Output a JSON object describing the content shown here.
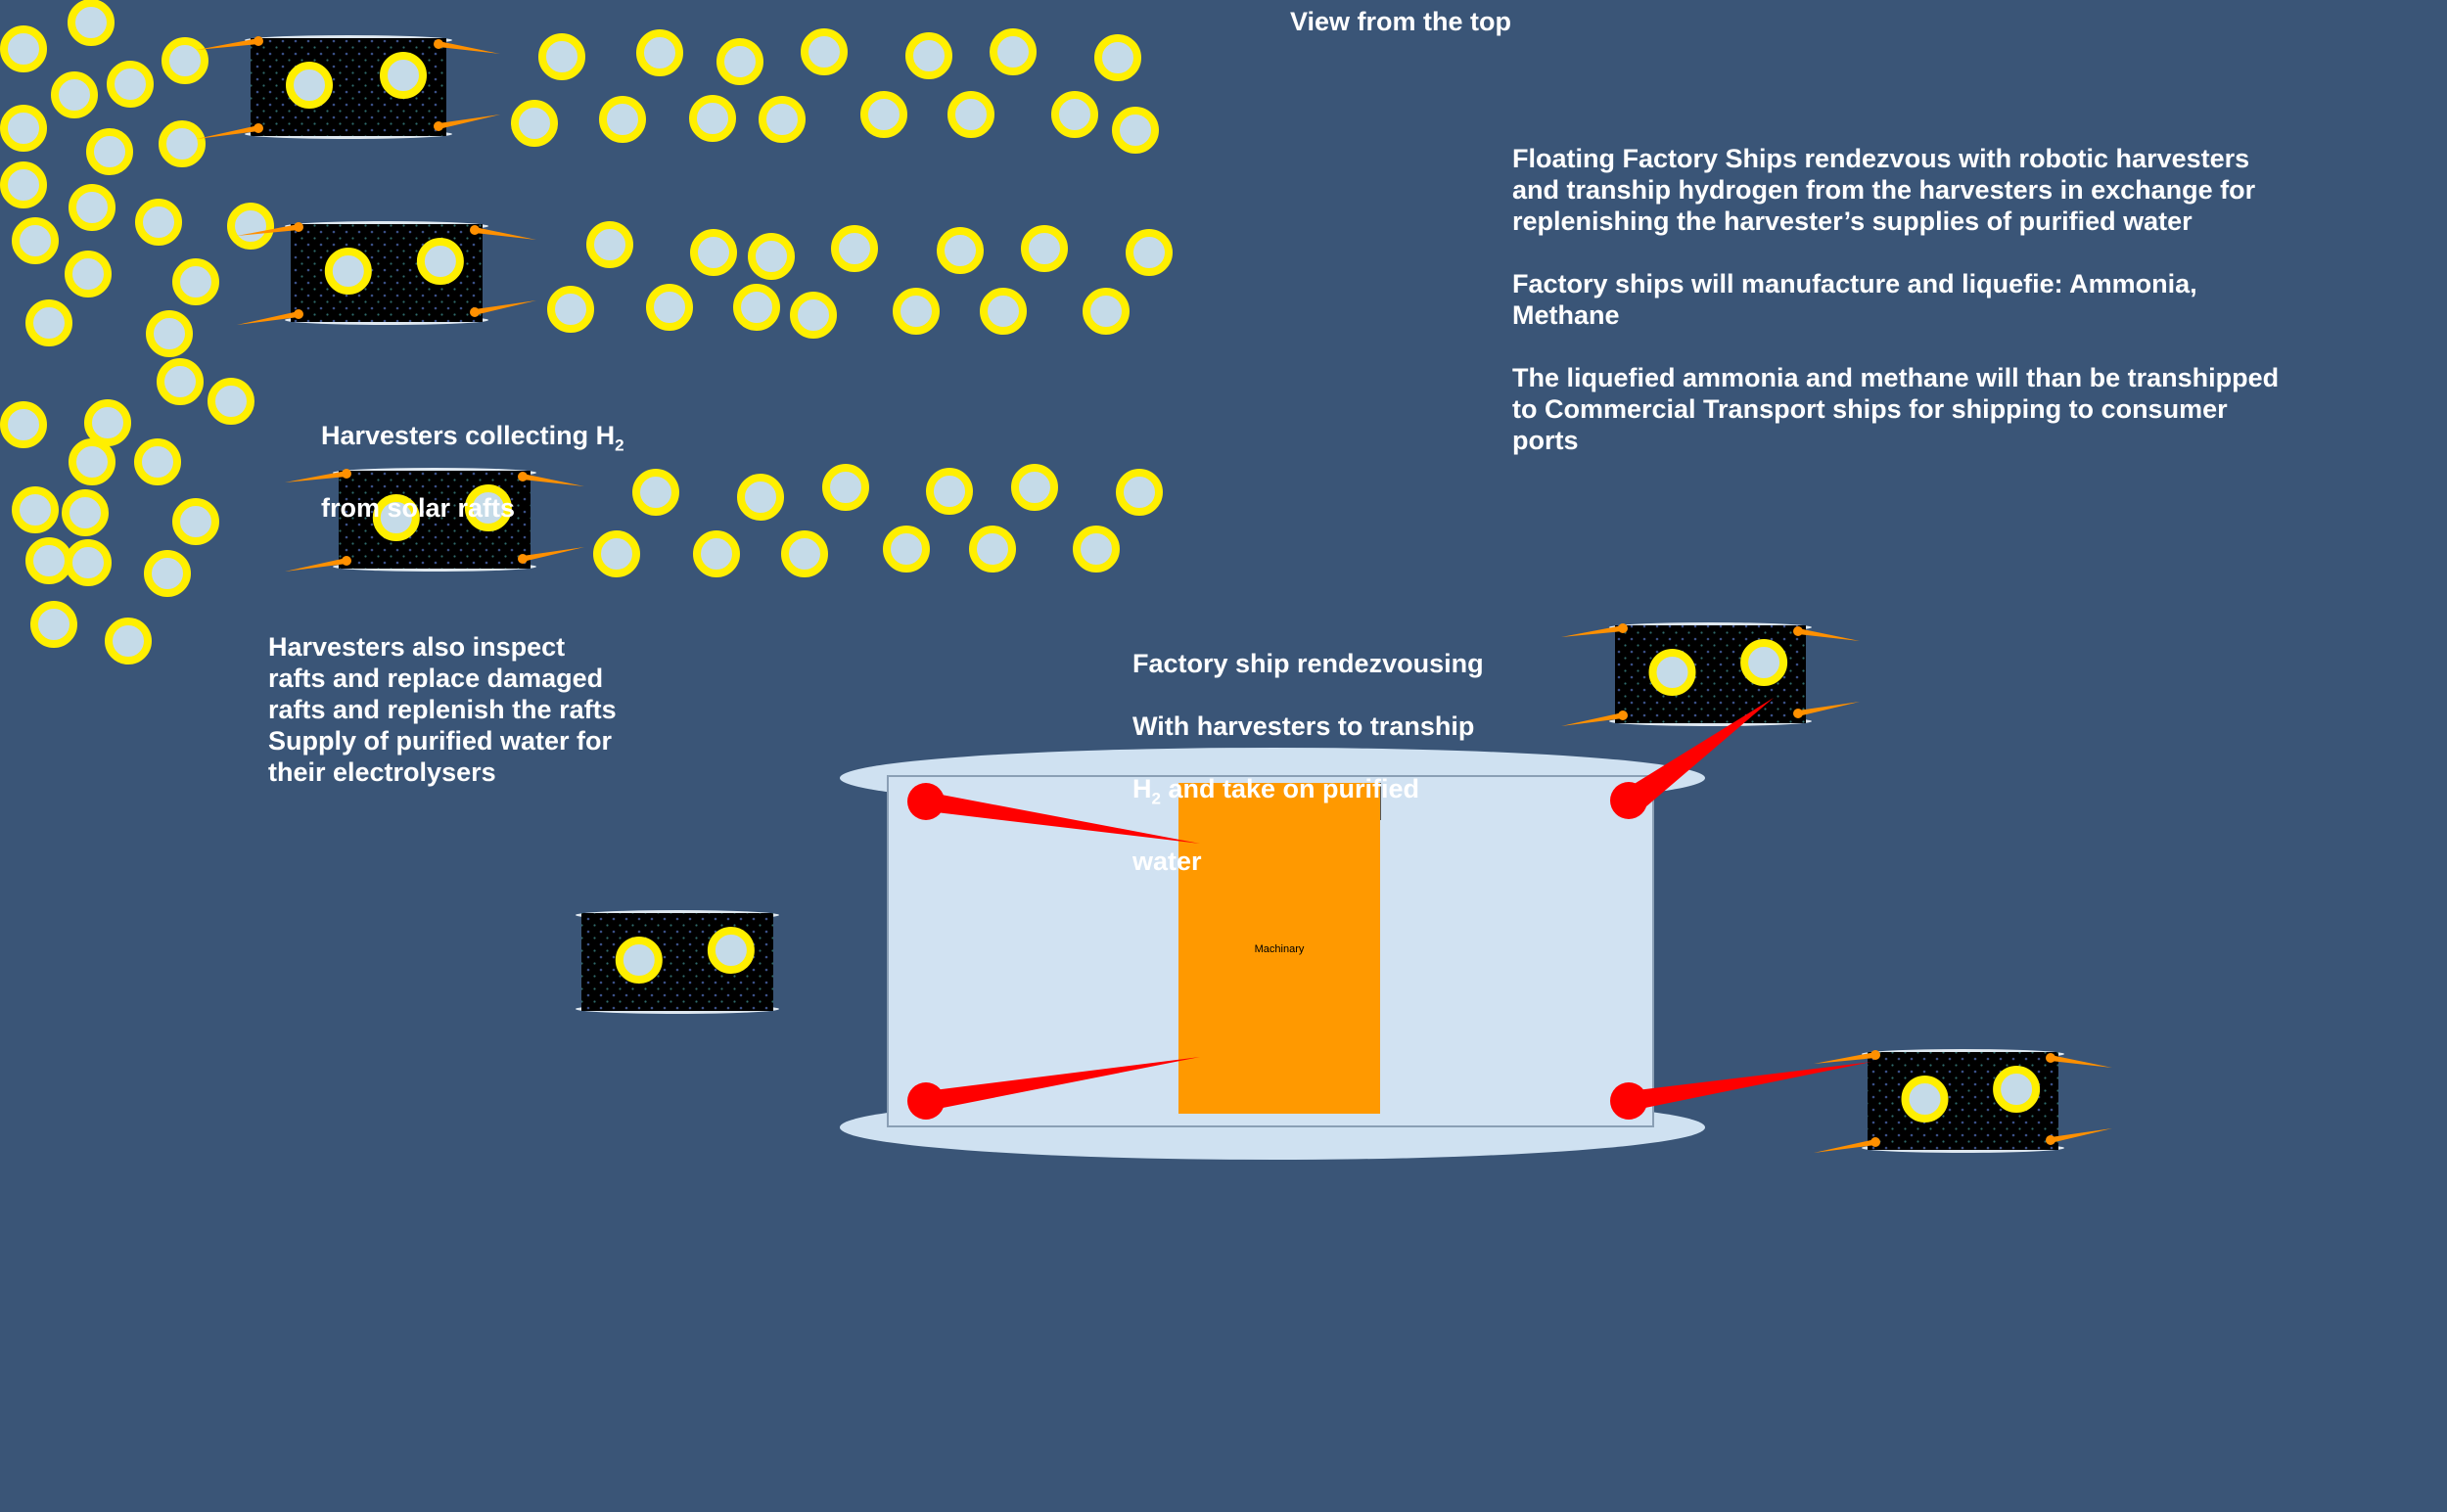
{
  "title": "View from the top",
  "notes": {
    "factory_ships": [
      "Floating Factory Ships rendezvous with robotic harvesters\nand  tranship hydrogen from the harvesters in exchange for\nreplenishing the harvester’s supplies of purified water",
      "Factory ships will manufacture and liquefie: Ammonia,\nMethane",
      "The liquefied ammonia and methane will than be transhipped\nto Commercial Transport ships  for shipping  to consumer\nports"
    ],
    "harvesters_collecting": {
      "line1_prefix": "Harvesters collecting H",
      "line1_sub": "2",
      "line2": "from solar rafts"
    },
    "harvesters_inspect": "Harvesters also inspect\nrafts and replace damaged\nrafts and replenish the rafts\nSupply of purified water for\ntheir electrolysers",
    "factory_rendezvous": {
      "line1": "Factory ship rendezvousing",
      "line2": "With harvesters to tranship",
      "line3_prefix": "H",
      "line3_sub": "2",
      "line3_suffix": " and take on purified",
      "line4": "water"
    }
  },
  "factory_ship": {
    "machinery_label": "Machinary"
  },
  "colors": {
    "background": "#3a5577",
    "raft_ring": "#ffef00",
    "raft_fill": "#c5dbe8",
    "harvester_body": "#000000",
    "antenna": "#ff9000",
    "ship_hull": "#cfe1f1",
    "machinery": "#ff9900",
    "tether": "#ff0000"
  }
}
